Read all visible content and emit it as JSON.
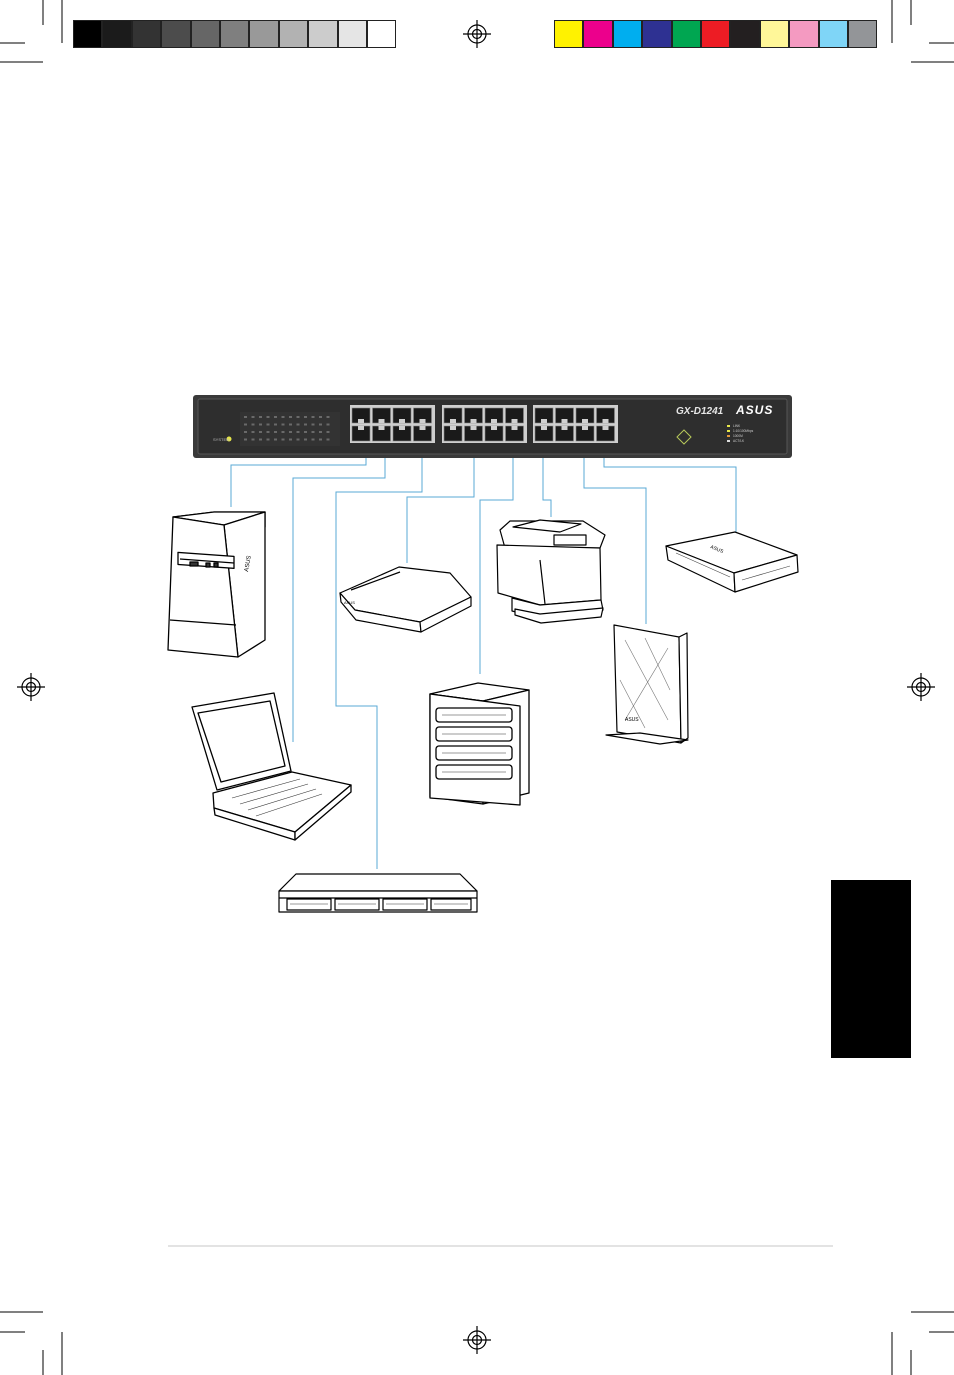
{
  "colors": {
    "grayscale_bar": [
      "#000000",
      "#1b1b1b",
      "#333333",
      "#4c4c4c",
      "#666666",
      "#7f7f7f",
      "#999999",
      "#b2b2b2",
      "#cccccc",
      "#e5e5e5",
      "#ffffff"
    ],
    "process_bar": [
      "#fff200",
      "#ec008c",
      "#00aeef",
      "#2e3192",
      "#00a651",
      "#ed1c24",
      "#231f20",
      "#fff799",
      "#f49ac1",
      "#7fd5f7",
      "#939598"
    ],
    "cable": "#5aa9d6",
    "switch_body": "#3a3a3a",
    "thumb_tab": "#000000"
  },
  "switch": {
    "model_label": "GX-D1241",
    "brand_label": "ASUS",
    "system_label": "SYSTEM",
    "legend_rows": [
      "LINK",
      "1:10/100Mbps",
      "1000M",
      "ACT/LK"
    ]
  },
  "devices": [
    {
      "name": "desktop-pc",
      "icon": "tower-computer-icon",
      "brand": "ASUS"
    },
    {
      "name": "laptop",
      "icon": "laptop-icon"
    },
    {
      "name": "rack-server",
      "icon": "rack-server-icon"
    },
    {
      "name": "modem",
      "icon": "modem-icon",
      "brand": "ASUS"
    },
    {
      "name": "nas-storage",
      "icon": "storage-server-icon"
    },
    {
      "name": "laser-printer",
      "icon": "printer-icon"
    },
    {
      "name": "wireless-router",
      "icon": "router-icon",
      "brand": "ASUS"
    },
    {
      "name": "network-switch",
      "icon": "switch-icon",
      "brand": "ASUS"
    }
  ]
}
